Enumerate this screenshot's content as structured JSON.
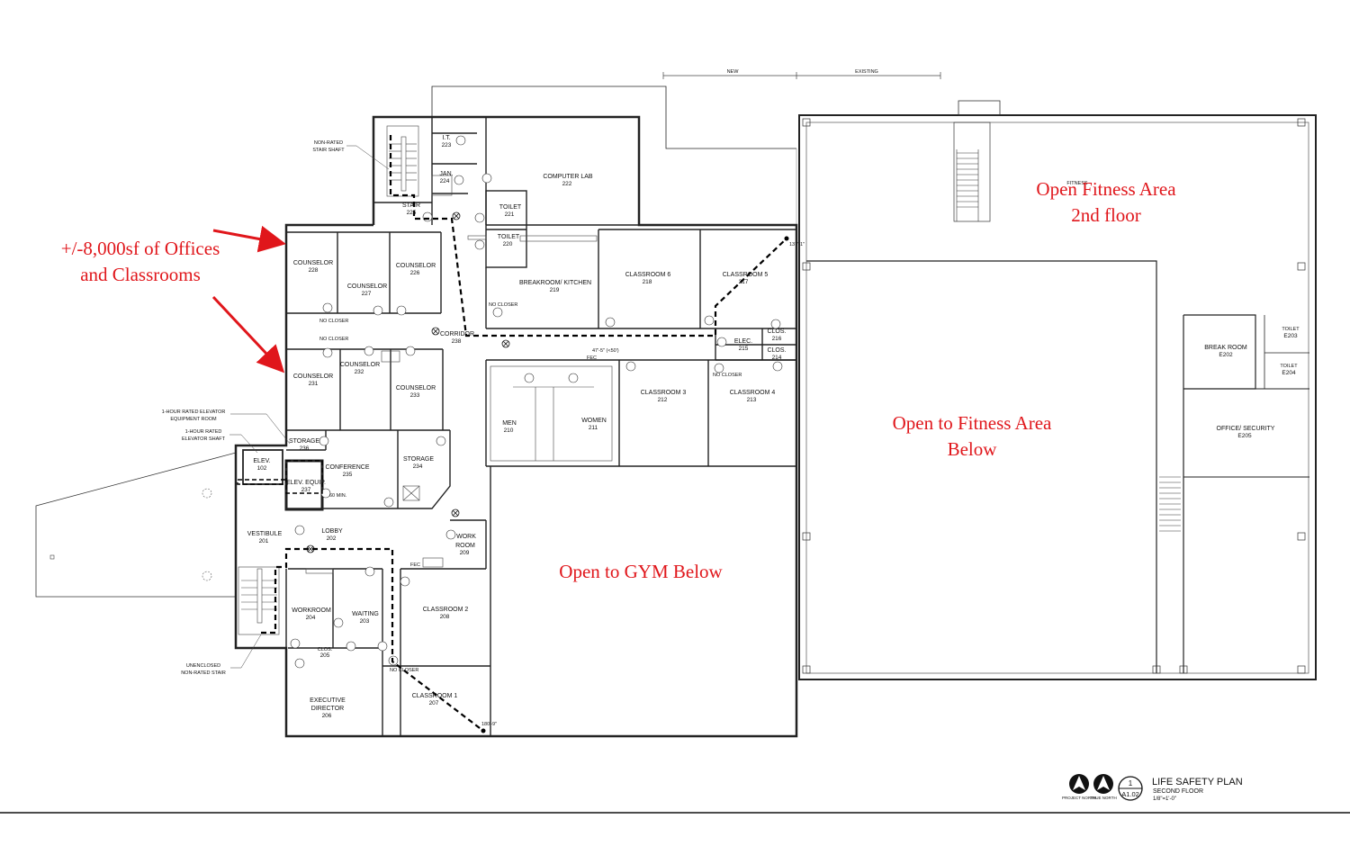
{
  "header": {
    "new_label": "NEW",
    "existing_label": "EXISTING"
  },
  "annotations": {
    "offices_line1": "+/-8,000sf of Offices",
    "offices_line2": "and Classrooms",
    "fitness2_line1": "Open Fitness Area",
    "fitness2_line2": "2nd floor",
    "fitness_below_line1": "Open to Fitness Area",
    "fitness_below_line2": "Below",
    "gym_below": "Open to GYM Below"
  },
  "callouts": {
    "stair_shaft": [
      "NON-RATED",
      "STAIR SHAFT"
    ],
    "elev_equip": [
      "1-HOUR RATED ELEVATOR",
      "EQUIPMENT ROOM"
    ],
    "elev_shaft": [
      "1-HOUR RATED",
      "ELEVATOR SHAFT"
    ],
    "unenclosed": [
      "UNENCLOSED",
      "NON-RATED STAIR"
    ]
  },
  "rooms": [
    {
      "name": "I.T.",
      "num": "223"
    },
    {
      "name": "JAN.",
      "num": "224"
    },
    {
      "name": "STAIR",
      "num": "225"
    },
    {
      "name": "COMPUTER LAB",
      "num": "222"
    },
    {
      "name": "TOILET",
      "num": "221"
    },
    {
      "name": "TOILET",
      "num": "220"
    },
    {
      "name": "COUNSELOR",
      "num": "228"
    },
    {
      "name": "COUNSELOR",
      "num": "227"
    },
    {
      "name": "COUNSELOR",
      "num": "226"
    },
    {
      "name": "BREAKROOM/ KITCHEN",
      "num": "219"
    },
    {
      "name": "CLASSROOM 6",
      "num": "218"
    },
    {
      "name": "CLASSROOM 5",
      "num": "217"
    },
    {
      "name": "CORRIDOR",
      "num": "238"
    },
    {
      "name": "ELEC.",
      "num": "215"
    },
    {
      "name": "CLOS.",
      "num": "216"
    },
    {
      "name": "CLOS.",
      "num": "214"
    },
    {
      "name": "COUNSELOR",
      "num": "231"
    },
    {
      "name": "COUNSELOR",
      "num": "232"
    },
    {
      "name": "COUNSELOR",
      "num": "233"
    },
    {
      "name": "MEN",
      "num": "210"
    },
    {
      "name": "WOMEN",
      "num": "211"
    },
    {
      "name": "CLASSROOM 3",
      "num": "212"
    },
    {
      "name": "CLASSROOM 4",
      "num": "213"
    },
    {
      "name": "STORAGE",
      "num": "236"
    },
    {
      "name": "CONFERENCE",
      "num": "235"
    },
    {
      "name": "STORAGE",
      "num": "234"
    },
    {
      "name": "ELEV.",
      "num": "102"
    },
    {
      "name": "ELEV. EQUIP.",
      "num": "237"
    },
    {
      "name": "VESTIBULE",
      "num": "201"
    },
    {
      "name": "LOBBY",
      "num": "202"
    },
    {
      "name": "WORK ROOM",
      "num": "209"
    },
    {
      "name": "WORKROOM",
      "num": "204"
    },
    {
      "name": "WAITING",
      "num": "203"
    },
    {
      "name": "CLOS.",
      "num": "205"
    },
    {
      "name": "CLASSROOM 2",
      "num": "208"
    },
    {
      "name": "EXECUTIVE DIRECTOR",
      "num": "206"
    },
    {
      "name": "CLASSROOM 1",
      "num": "207"
    },
    {
      "name": "BREAK ROOM",
      "num": "E202"
    },
    {
      "name": "TOILET",
      "num": "E203"
    },
    {
      "name": "TOILET",
      "num": "E204"
    },
    {
      "name": "OFFICE/ SECURITY",
      "num": "E205"
    }
  ],
  "notes": {
    "no_closer": "NO CLOSER",
    "fec": "FEC",
    "min60": "60 MIN.",
    "dist1": "137'-1\"",
    "dist2": "47'-5\" (<50')",
    "dist3": "180'-9\"",
    "fitness_ghost": "FITNESS"
  },
  "titleblock": {
    "project_north": "PROJECT NORTH",
    "true_north": "TRUE NORTH",
    "sheet_index": "1",
    "sheet_no": "A1.02",
    "title": "LIFE SAFETY PLAN",
    "subtitle": "SECOND FLOOR",
    "scale": "1/8\"=1'-0\""
  }
}
